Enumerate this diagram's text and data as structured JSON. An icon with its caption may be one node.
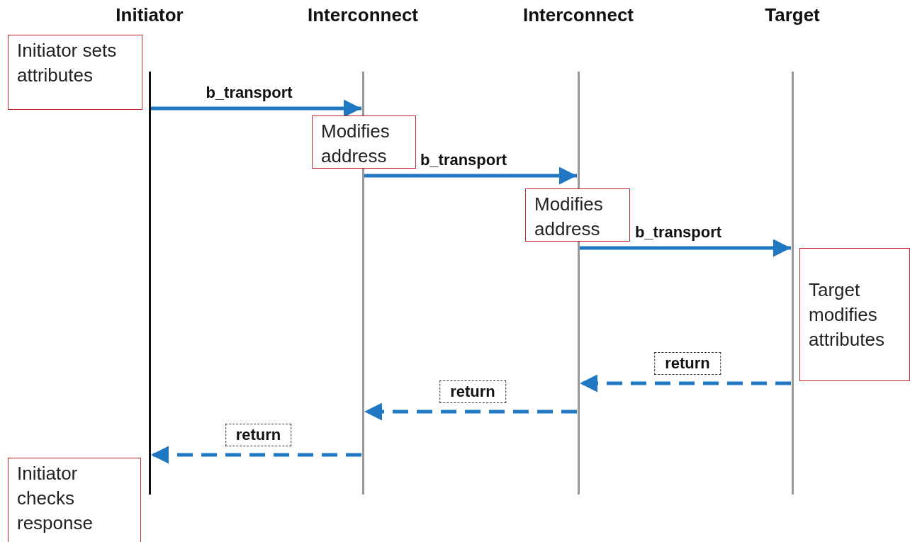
{
  "diagram": {
    "nodes": [
      {
        "text": [
          "Initiator"
        ]
      },
      {
        "text": [
          "Interconnect"
        ]
      },
      {
        "text": [
          "Interconnect"
        ]
      },
      {
        "text": [
          "Target"
        ]
      },
      {
        "text": [
          "Initiator sets attributes"
        ]
      },
      {
        "text": [
          "Modifies address"
        ]
      },
      {
        "text": [
          "Modifies address"
        ]
      },
      {
        "text": [
          "Target modifies attributes"
        ]
      },
      {
        "text": [
          "Initiator checks response"
        ]
      }
    ],
    "edges": [
      {
        "from": 0,
        "to": 1,
        "arrow": "to",
        "label": "b_transport"
      },
      {
        "from": 1,
        "to": 2,
        "arrow": "to",
        "label": "b_transport"
      },
      {
        "from": 2,
        "to": 3,
        "arrow": "to",
        "label": "b_transport"
      },
      {
        "from": 3,
        "to": 2,
        "arrow": "to",
        "label": "return",
        "style": "dashed"
      },
      {
        "from": 2,
        "to": 1,
        "arrow": "to",
        "label": "return",
        "style": "dashed"
      },
      {
        "from": 1,
        "to": 0,
        "arrow": "to",
        "label": "return",
        "style": "dashed"
      }
    ]
  }
}
